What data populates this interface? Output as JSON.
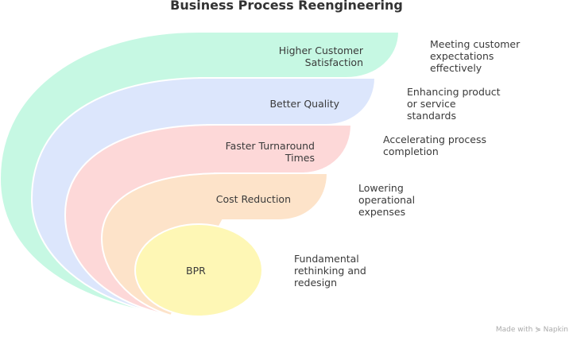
{
  "title": "Business Process Reengineering",
  "layers": [
    {
      "label": "Higher Customer\nSatisfaction",
      "description": "Meeting customer\nexpectations\neffectively",
      "color": "#c6f8e3"
    },
    {
      "label": "Better Quality",
      "description": "Enhancing product\nor service\nstandards",
      "color": "#dce6fc"
    },
    {
      "label": "Faster Turnaround\nTimes",
      "description": "Accelerating process\ncompletion",
      "color": "#fdd8d8"
    },
    {
      "label": "Cost Reduction",
      "description": "Lowering\noperational\nexpenses",
      "color": "#fde3c9"
    },
    {
      "label": "BPR",
      "description": "Fundamental\nrethinking and\nredesign",
      "color": "#fef7b5"
    }
  ],
  "footer": "Made with ⋟ Napkin"
}
